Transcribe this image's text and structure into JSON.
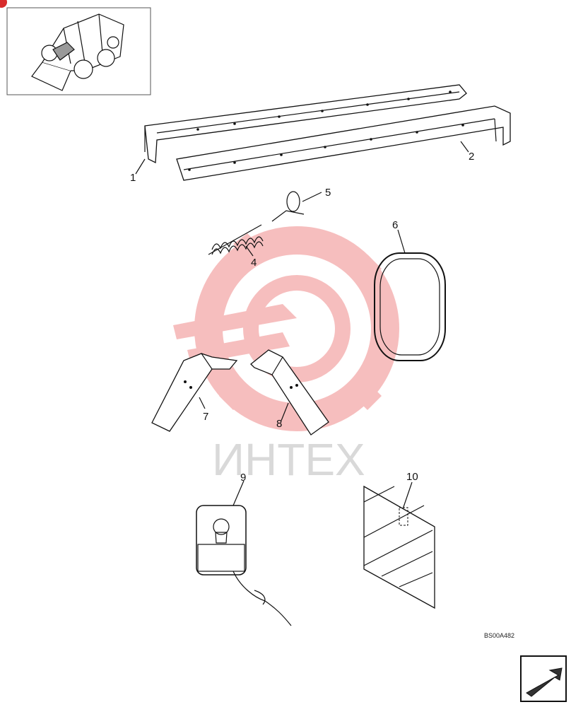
{
  "watermark": {
    "text": "ИНТЕХ",
    "gear_color": "#f3a6a6"
  },
  "drawing_code": "BS00A482",
  "callouts": [
    {
      "id": "1",
      "label": "1"
    },
    {
      "id": "2",
      "label": "2"
    },
    {
      "id": "4",
      "label": "4"
    },
    {
      "id": "5",
      "label": "5"
    },
    {
      "id": "6",
      "label": "6"
    },
    {
      "id": "7",
      "label": "7"
    },
    {
      "id": "8",
      "label": "8"
    },
    {
      "id": "9",
      "label": "9"
    },
    {
      "id": "10",
      "label": "10"
    }
  ],
  "icons": {
    "thumbnail": "skid-steer-loader-icon",
    "nav": "next-page-arrow-icon"
  }
}
